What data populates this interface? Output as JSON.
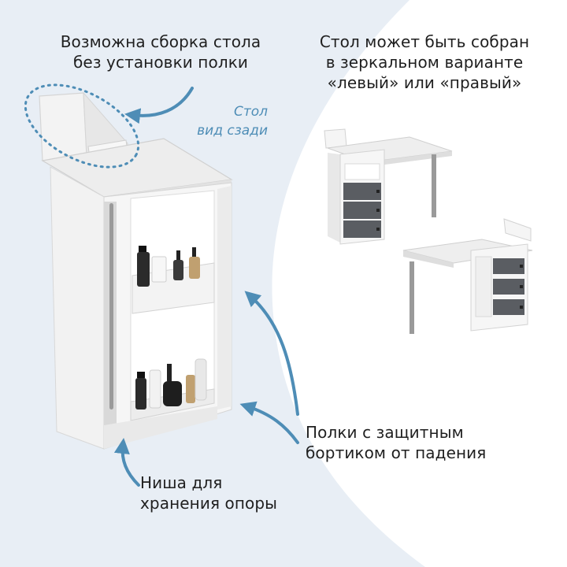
{
  "captions": {
    "assembly_note": [
      "Возможна сборка стола",
      "без установки полки"
    ],
    "mirror_note": [
      "Стол может быть собран",
      "в зеркальном варианте",
      "«левый» или «правый»"
    ],
    "rear_view": [
      "Стол",
      "вид сзади"
    ],
    "shelves_note": [
      "Полки с защитным",
      "бортиком от падения"
    ],
    "niche_note": [
      "Ниша для",
      "хранения опоры"
    ]
  },
  "colors": {
    "background_left": "#e8eef5",
    "accent_blue": "#4e8db6",
    "cabinet_white": "#f4f4f4",
    "drawer_dark": "#5a5d62",
    "leg_metal": "#9a9a9a",
    "text_dark": "#1f1f1f"
  },
  "icons": {
    "arrow_1": "curved-arrow-icon",
    "arrow_2": "curved-arrow-icon",
    "arrow_3": "curved-arrow-icon",
    "arrow_4": "curved-arrow-icon",
    "dotted_highlight": "dotted-ellipse-icon"
  }
}
